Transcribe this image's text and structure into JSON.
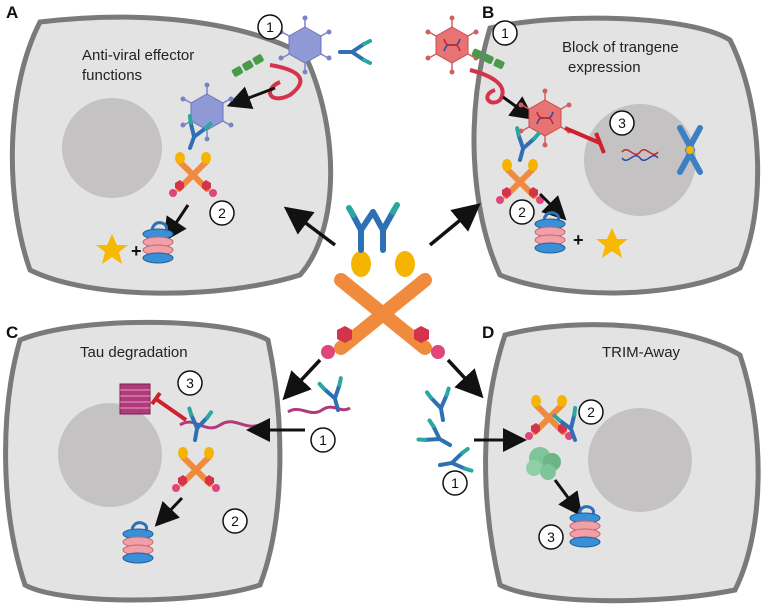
{
  "panels": [
    {
      "letter": "A",
      "title_lines": [
        "Anti-viral effector",
        "functions"
      ],
      "steps": [
        "1",
        "2"
      ]
    },
    {
      "letter": "B",
      "title_lines": [
        "Block of trangene",
        "expression"
      ],
      "steps": [
        "1",
        "3",
        "2"
      ]
    },
    {
      "letter": "C",
      "title_lines": [
        "Tau degradation"
      ],
      "steps": [
        "3",
        "1",
        "2"
      ]
    },
    {
      "letter": "D",
      "title_lines": [
        "TRIM-Away"
      ],
      "steps": [
        "2",
        "1",
        "3"
      ]
    }
  ],
  "plus_sign": "+",
  "colors": {
    "cell_fill": "#e3e3e3",
    "cell_border": "#7a7a7a",
    "nucleus": "#c4c2c2",
    "antibody_blue": "#2f6fb3",
    "antibody_teal": "#2aa7a0",
    "trim_orange": "#f08a3c",
    "trim_yellow": "#f4b400",
    "trim_red": "#d5334b",
    "trim_pink": "#e0457b",
    "virus_purple": "#8f99d6",
    "virus_red": "#e87373",
    "receptor_green": "#4a9a4a",
    "proteasome_blue": "#3b8fd6",
    "proteasome_pink": "#f2a0a8",
    "tau_magenta": "#b03a7a",
    "aggregate_green": "#7fc49a",
    "star_yellow": "#f6b800",
    "arrow": "#111111",
    "inhibit": "#d02030"
  }
}
